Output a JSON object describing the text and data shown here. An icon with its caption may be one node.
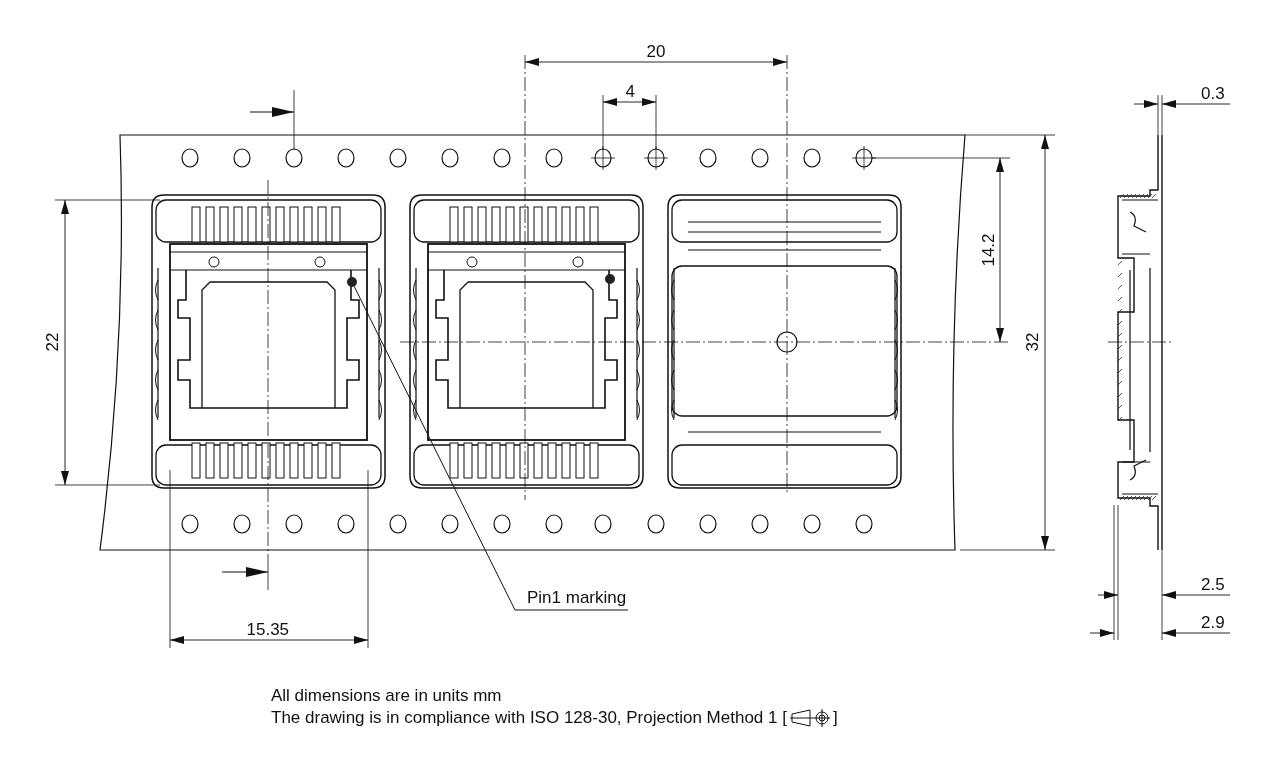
{
  "diagram": {
    "nodes": [
      {
        "text": [
          "Pin1 marking"
        ]
      },
      {
        "text": [],
        "shape": "circle"
      }
    ],
    "edges": [
      {
        "from": 0,
        "to": 1,
        "arrow": "none"
      }
    ],
    "labels": [
      "20",
      "4",
      "0.3",
      "14.2",
      "22",
      "32",
      "15.35",
      "2.5",
      "2.9",
      "All dimensions are in units mm",
      "The drawing is in compliance with ISO 128-30, Projection Method 1 [",
      "]"
    ]
  }
}
